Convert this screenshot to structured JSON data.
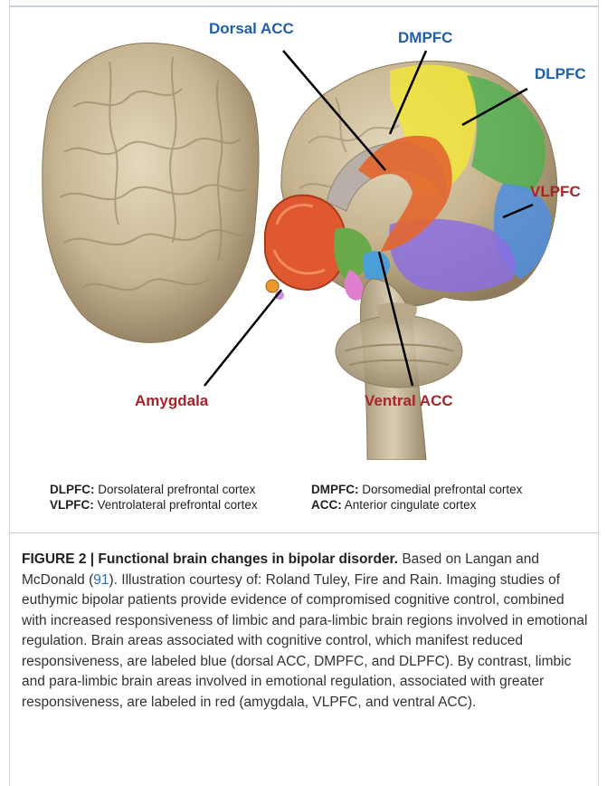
{
  "labels": {
    "dorsal_acc": "Dorsal ACC",
    "dmpfc": "DMPFC",
    "dlpfc": "DLPFC",
    "vlpfc": "VLPFC",
    "amygdala": "Amygdala",
    "ventral_acc": "Ventral ACC"
  },
  "abbreviations": [
    {
      "abbr": "DLPFC:",
      "full": " Dorsolateral prefrontal cortex"
    },
    {
      "abbr": "VLPFC:",
      "full": " Ventrolateral prefrontal cortex"
    },
    {
      "abbr": "DMPFC:",
      "full": " Dorsomedial prefrontal cortex"
    },
    {
      "abbr": "ACC:",
      "full": " Anterior cingulate cortex"
    }
  ],
  "caption": {
    "title": "FIGURE 2 | Functional brain changes in bipolar disorder.",
    "text_before_ref": " Based on Langan and McDonald (",
    "ref": "91",
    "text_after_ref": "). Illustration courtesy of: Roland Tuley, Fire and Rain. Imaging studies of euthymic bipolar patients provide evidence of compromised cognitive control, combined with increased responsiveness of limbic and para-limbic brain regions involved in emotional regulation. Brain areas associated with cognitive control, which manifest reduced responsiveness, are labeled blue (dorsal ACC, DMPFC, and DLPFC). By contrast, limbic and para-limbic brain areas involved in emotional regulation, associated with greater responsiveness, are labeled in red (amygdala, VLPFC, and ventral ACC)."
  },
  "colors": {
    "blue_label": "#1f5fae",
    "red_label": "#a8242a",
    "dorsal_acc_region": "#e2662e",
    "dmpfc_region": "#f1e43a",
    "dlpfc_region": "#4caf50",
    "vlpfc_region": "#4f8fe0",
    "ventral_acc_region": "#8b6fe0",
    "amygdala_region": "#e89a2a",
    "brain_tissue": "#c9b894"
  }
}
